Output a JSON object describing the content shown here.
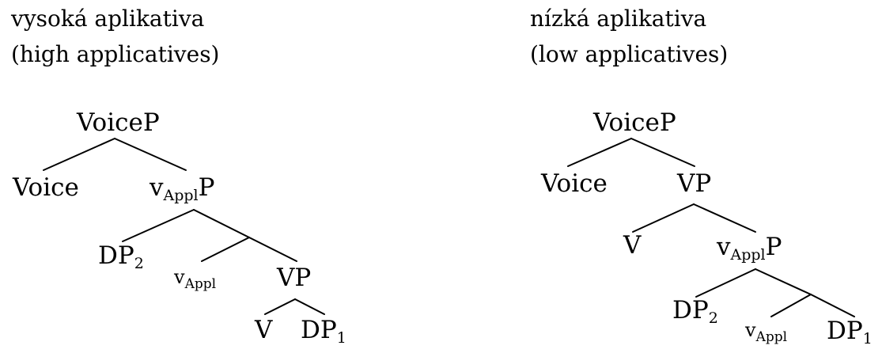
{
  "headings": {
    "left_line1": "vysoká aplikativa",
    "left_line2": "(high applicatives)",
    "right_line1": "nízká aplikativa",
    "right_line2": "(low applicatives)"
  },
  "left_tree": {
    "root": {
      "label": "VoiceP"
    },
    "voice": {
      "label": "Voice"
    },
    "vapplp": {
      "label": "v",
      "sub": "Appl",
      "tail": "P"
    },
    "dp2": {
      "label": "DP",
      "sub": "2"
    },
    "vappl": {
      "label": "v",
      "sub": "Appl"
    },
    "vp": {
      "label": "VP"
    },
    "v": {
      "label": "V"
    },
    "dp1": {
      "label": "DP",
      "sub": "1"
    }
  },
  "right_tree": {
    "root": {
      "label": "VoiceP"
    },
    "voice": {
      "label": "Voice"
    },
    "vp": {
      "label": "VP"
    },
    "v": {
      "label": "V"
    },
    "vapplp": {
      "label": "v",
      "sub": "Appl",
      "tail": "P"
    },
    "dp2": {
      "label": "DP",
      "sub": "2"
    },
    "vappl": {
      "label": "v",
      "sub": "Appl"
    },
    "dp1": {
      "label": "DP",
      "sub": "1"
    }
  }
}
